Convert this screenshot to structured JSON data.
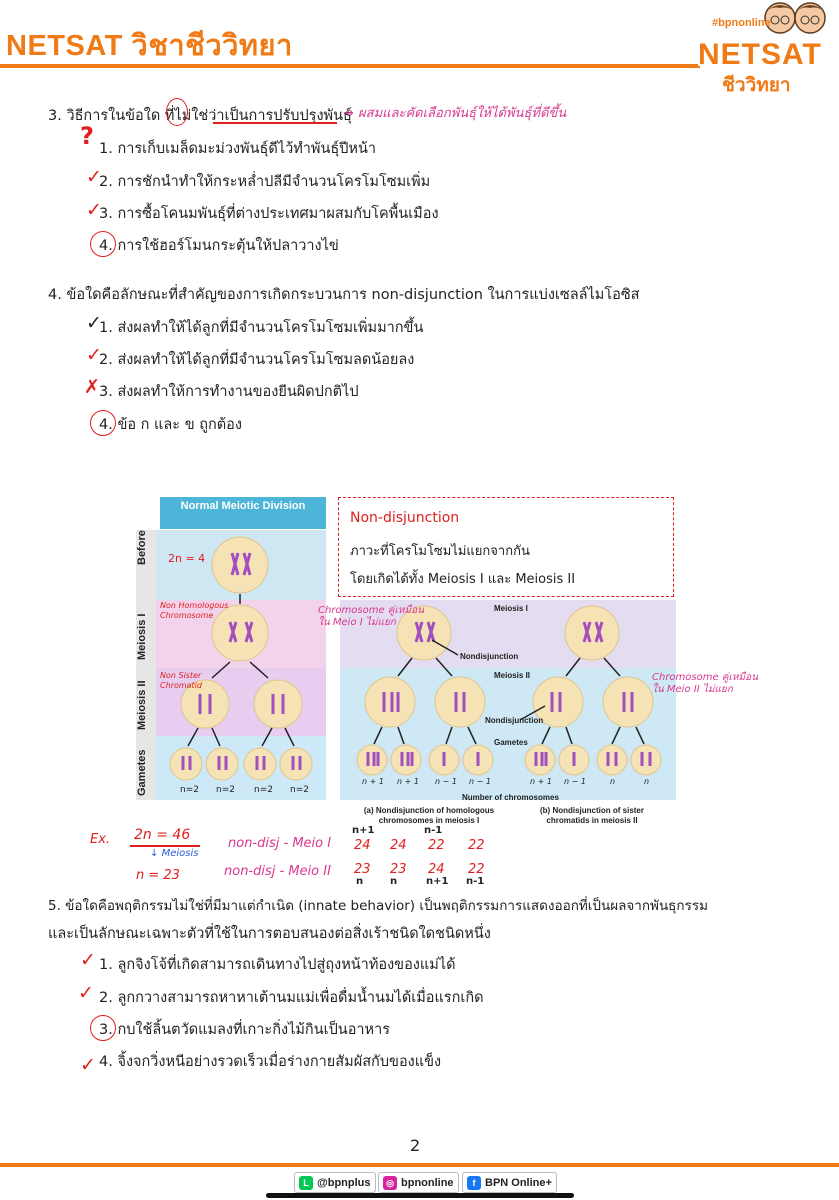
{
  "header": {
    "title": "NETSAT วิชาชีววิทยา",
    "logo_tag": "#bpnonline",
    "logo_main": "NETSAT",
    "logo_sub": "ชีววิทยา"
  },
  "q3": {
    "question": "3. วิธีการในข้อใด ที่ไม่ใช่ว่าเป็นการปรับปรุงพันธุ์",
    "note": "→ ผสมและคัดเลือกพันธุ์ให้ได้พันธุ์ที่ดีขึ้น",
    "options": [
      "1. การเก็บเมล็ดมะม่วงพันธุ์ดีไว้ทำพันธุ์ปีหน้า",
      "2. การชักนำทำให้กระหล่ำปลีมีจำนวนโครโมโซมเพิ่ม",
      "3. การซื้อโคนมพันธุ์ที่ต่างประเทศมาผสมกับโคพื้นเมือง",
      "4. การใช้ฮอร์โมนกระตุ้นให้ปลาวางไข่"
    ]
  },
  "q4": {
    "question": "4. ข้อใดคือลักษณะที่สำคัญของการเกิดกระบวนการ non-disjunction ในการแบ่งเซลล์ไมโอซิส",
    "options": [
      "1. ส่งผลทำให้ได้ลูกที่มีจำนวนโครโมโซมเพิ่มมากขึ้น",
      "2. ส่งผลทำให้ได้ลูกที่มีจำนวนโครโมโซมลดน้อยลง",
      "3. ส่งผลทำให้การทำงานของยีนผิดปกติไป",
      "4. ข้อ ก และ ข ถูกต้อง"
    ]
  },
  "figure": {
    "normal_header": "Normal Meiotic Division",
    "row_labels": [
      "Before",
      "Meiosis I",
      "Meiosis II",
      "Gametes"
    ],
    "hand_2n4": "2n = 4",
    "hand_nonhomologous": "Non Homologous Chromosome",
    "hand_sister": "Non Sister Chromatid",
    "normal_gametes": [
      "n=2",
      "n=2",
      "n=2",
      "n=2"
    ],
    "nd_title": "Non-disjunction",
    "nd_line1": "ภาวะที่โครโมโซมไม่แยกจากกัน",
    "nd_line2": "โดยเกิดได้ทั้ง  Meiosis I  และ  Meiosis II",
    "meiosis1_label": "Meiosis I",
    "meiosis2_label": "Meiosis II",
    "nondisjunction_label": "Nondisjunction",
    "gametes_label": "Gametes",
    "hand_left": "Chromosome คู่เหมือน ใน Meio I ไม่แยก",
    "hand_right": "Chromosome คู่เหมือน ใน Meio II ไม่แยก",
    "counts_a": [
      "n + 1",
      "n + 1",
      "n − 1",
      "n − 1"
    ],
    "counts_b": [
      "n + 1",
      "n − 1",
      "n",
      "n"
    ],
    "number_label": "Number of chromosomes",
    "caption_a": "(a) Nondisjunction of homologous chromosomes in meiosis I",
    "caption_b": "(b) Nondisjunction of sister chromatids in meiosis II"
  },
  "example": {
    "ex": "Ex.",
    "top": "2n = 46",
    "arrow": "Meiosis",
    "bottom": "n = 23",
    "row1_label": "non-disj - Meio I",
    "row2_label": "non-disj - Meio II",
    "row1_tags": [
      "n+1",
      "",
      "n-1",
      ""
    ],
    "row1_vals": [
      "24",
      "24",
      "22",
      "22"
    ],
    "row2_vals": [
      "23",
      "23",
      "24",
      "22"
    ],
    "row2_tags": [
      "n",
      "n",
      "n+1",
      "n-1"
    ]
  },
  "q5": {
    "question": "5. ข้อใดคือพฤติกรรมไม่ใช่ที่มีมาแต่กำเนิด (innate behavior) เป็นพฤติกรรมการแสดงออกที่เป็นผลจากพันธุกรรม",
    "question2": "และเป็นลักษณะเฉพาะตัวที่ใช้ในการตอบสนองต่อสิ่งเร้าชนิดใดชนิดหนึ่ง",
    "options": [
      "1. ลูกจิงโจ้ที่เกิดสามารถเดินทางไปสู่ถุงหน้าท้องของแม่ได้",
      "2. ลูกกวางสามารถหาหาเต้านมแม่เพื่อดื่มน้ำนมได้เมื่อแรกเกิด",
      "3. กบใช้ลิ้นตวัดแมลงที่เกาะกิ่งไม้กินเป็นอาหาร",
      "4. จิ้งจกวิ่งหนีอย่างรวดเร็วเมื่อร่างกายสัมผัสกับของแข็ง"
    ]
  },
  "page_number": "2",
  "footer": {
    "line": "@bpnplus",
    "ig": "bpnonline",
    "fb": "BPN Online+"
  },
  "colors": {
    "brand": "#f07a15",
    "pen": "#e0201f",
    "hand": "#d8388f"
  }
}
